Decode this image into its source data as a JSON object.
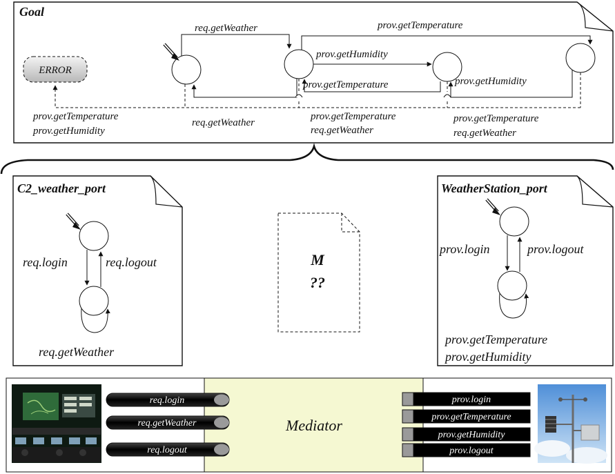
{
  "goal": {
    "title": "Goal",
    "error_state": "ERROR",
    "labels": {
      "top_req_getweather": "req.getWeather",
      "top_prov_gettemperature": "prov.getTemperature",
      "mid_prov_gethumidity": "prov.getHumidity",
      "inner_prov_gettemperature": "prov.getTemperature",
      "right_prov_gethumidity": "prov.getHumidity",
      "err_prov_gettemperature": "prov.getTemperature",
      "err_prov_gethumidity": "prov.getHumidity",
      "back_req_getweather": "req.getWeather",
      "err2_prov_gettemperature": "prov.getTemperature",
      "err2_req_getweather": "req.getWeather",
      "err3_prov_gettemperature": "prov.getTemperature",
      "err3_req_getweather": "req.getWeather"
    }
  },
  "c2_port": {
    "title": "C2_weather_port",
    "login": "req.login",
    "logout": "req.logout",
    "loop": "req.getWeather"
  },
  "mediator_doc": {
    "line1": "M",
    "line2": "??"
  },
  "ws_port": {
    "title": "WeatherStation_port",
    "login": "prov.login",
    "logout": "prov.logout",
    "loop1": "prov.getTemperature",
    "loop2": "prov.getHumidity"
  },
  "bottom": {
    "mediator_label": "Mediator",
    "left_ops": [
      "req.login",
      "req.getWeather",
      "req.logout"
    ],
    "right_ops": [
      "prov.login",
      "prov.getTemperature",
      "prov.getHumidity",
      "prov.logout"
    ],
    "mediator_fill": "#f5f8d2"
  }
}
